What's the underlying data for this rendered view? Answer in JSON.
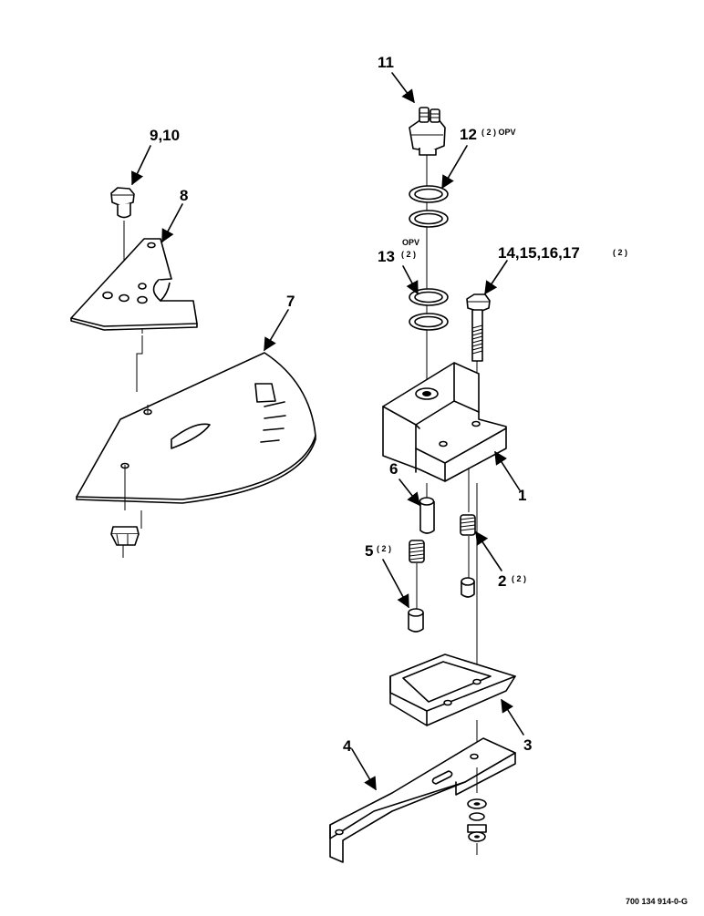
{
  "callouts": {
    "c1": "1",
    "c2": "2",
    "c2_sub": "( 2 )",
    "c3": "3",
    "c4": "4",
    "c5": "5",
    "c5_sub": "( 2 )",
    "c6": "6",
    "c7": "7",
    "c8": "8",
    "c9_10": "9,10",
    "c11": "11",
    "c12": "12",
    "c12_sub": "( 2 ) OPV",
    "c13": "13",
    "c13_opv": "OPV",
    "c13_sub": "( 2 )",
    "c14_17": "14,15,16,17",
    "c14_17_sub": "( 2 )"
  },
  "drawing_number": "700 134 914-0-G"
}
